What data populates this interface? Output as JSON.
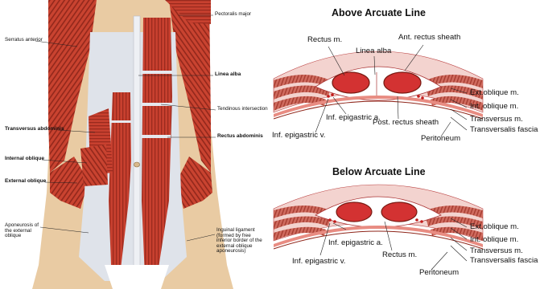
{
  "anatomy": {
    "left_labels": {
      "serratus_anterior": "Serratus anterior",
      "transversus_abdominis": "Transversus abdominis",
      "internal_oblique": "Internal oblique",
      "external_oblique": "External oblique",
      "aponeurosis": "Aponeurosis of the external oblique"
    },
    "right_labels": {
      "pectoralis_major": "Pectoralis major",
      "linea_alba": "Linea alba",
      "tendinous_intersection": "Tendinous intersection",
      "rectus_abdominis": "Rectus abdominis",
      "inguinal_ligament": "Inguinal ligament (formed by free inferior border of the external oblique aponeurosis)"
    }
  },
  "above_section": {
    "title": "Above Arcuate Line",
    "labels": {
      "rectus_m": "Rectus m.",
      "linea_alba": "Linea alba",
      "ant_rectus_sheath": "Ant. rectus sheath",
      "ext_oblique": "Ext.oblique m.",
      "int_oblique": "Int. oblique m.",
      "transversus": "Transversus m.",
      "transversalis_fascia": "Transversalis fascia",
      "inf_epigastric_a": "Inf. epigastric a.",
      "post_rectus_sheath": "Post. rectus sheath",
      "inf_epigastric_v": "Inf. epigastric v.",
      "peritoneum": "Peritoneum"
    }
  },
  "below_section": {
    "title": "Below Arcuate Line",
    "labels": {
      "inf_epigastric_a": "Inf. epigastric a.",
      "inf_epigastric_v": "Inf. epigastric v.",
      "rectus_m": "Rectus m.",
      "ext_oblique": "Ext.oblique m.",
      "int_oblique": "Int. oblique m.",
      "transversus": "Transversus m.",
      "transversalis_fascia": "Transversalis fascia",
      "peritoneum": "Peritoneum"
    }
  },
  "colors": {
    "muscle": "#c8402f",
    "muscle_dark": "#8e2418",
    "tendon": "#dfe3ea",
    "skin": "#e9cba3",
    "band": "#e88c82",
    "oval": "#d33232"
  }
}
